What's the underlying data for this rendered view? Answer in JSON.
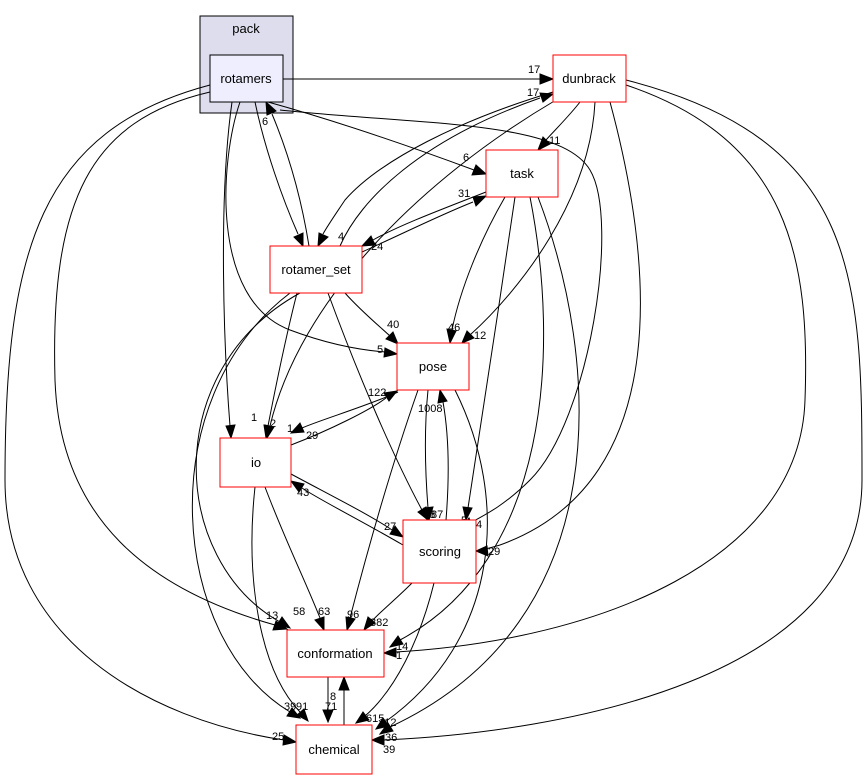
{
  "cluster": {
    "label": "pack"
  },
  "nodes": {
    "rotamers": "rotamers",
    "dunbrack": "dunbrack",
    "task": "task",
    "rotamer_set": "rotamer_set",
    "pose": "pose",
    "io": "io",
    "scoring": "scoring",
    "conformation": "conformation",
    "chemical": "chemical"
  },
  "edge_labels": {
    "rotamers_dunbrack": "17",
    "rotamers_task": "6",
    "rotamers_rotamer_set": "1",
    "rotamers_pose": "5",
    "rotamers_io": "1",
    "rotamers_scoring": "4",
    "rotamers_conformation": "13",
    "rotamers_chemical": "25",
    "dunbrack_task": "11",
    "dunbrack_rotamer_set": "4",
    "dunbrack_pose": "12",
    "dunbrack_io": "1",
    "dunbrack_scoring": "29",
    "dunbrack_conformation": "14",
    "dunbrack_chemical": "39",
    "task_rotamer_set": "24",
    "task_pose": "46",
    "task_scoring": "5",
    "task_conformation": "1",
    "task_chemical": "36",
    "rotamer_set_dunbrack": "17",
    "rotamer_set_rotamers": "6",
    "rotamer_set_task": "31",
    "rotamer_set_pose": "40",
    "rotamer_set_io": "2",
    "rotamer_set_scoring": "68",
    "rotamer_set_conformation": "58",
    "rotamer_set_chemical": "39",
    "pose_io": "29",
    "pose_scoring": "1008",
    "pose_conformation": "96",
    "pose_chemical": "112",
    "io_pose": "122",
    "io_scoring": "27",
    "io_conformation": "63",
    "io_chemical": "91",
    "scoring_io": "43",
    "scoring_pose": "87",
    "scoring_conformation": "382",
    "scoring_chemical": "615",
    "conformation_chemical": "71",
    "chemical_conformation": "8"
  }
}
